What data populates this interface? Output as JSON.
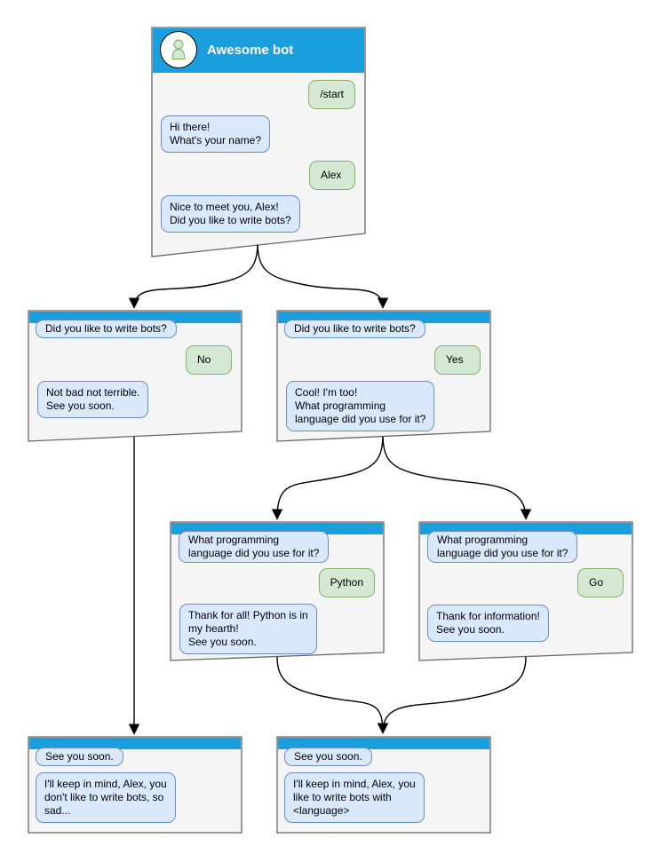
{
  "colors": {
    "titlebar_blue": "#1a9ede",
    "bot_bubble_fill": "#dae8fc",
    "bot_bubble_border": "#6c8ebf",
    "user_bubble_fill": "#d5e8d4",
    "user_bubble_border": "#82b366",
    "window_fill": "#f5f5f5",
    "window_border": "#666666",
    "connector": "#000000"
  },
  "windows": {
    "main": {
      "title": "Awesome bot",
      "avatar_icon": "person-icon",
      "messages": [
        {
          "from": "user",
          "text": "/start"
        },
        {
          "from": "bot",
          "text": "Hi there!\nWhat's your name?"
        },
        {
          "from": "user",
          "text": "Alex"
        },
        {
          "from": "bot",
          "text": "Nice to meet you, Alex!\nDid you like to write bots?"
        }
      ]
    },
    "branch_no": {
      "context": "Did you like to write bots?",
      "messages": [
        {
          "from": "user",
          "text": "No"
        },
        {
          "from": "bot",
          "text": "Not bad not terrible.\nSee you soon."
        }
      ]
    },
    "branch_yes": {
      "context": "Did you like to write bots?",
      "messages": [
        {
          "from": "user",
          "text": "Yes"
        },
        {
          "from": "bot",
          "text": "Cool! I'm too!\nWhat programming\nlanguage did you use for it?"
        }
      ]
    },
    "lang_python": {
      "context": "What programming\nlanguage did you use for it?",
      "messages": [
        {
          "from": "user",
          "text": "Python"
        },
        {
          "from": "bot",
          "text": "Thank for all! Python is in\nmy hearth!\nSee you soon."
        }
      ]
    },
    "lang_go": {
      "context": "What programming\nlanguage did you use for it?",
      "messages": [
        {
          "from": "user",
          "text": "Go"
        },
        {
          "from": "bot",
          "text": "Thank for information!\nSee you soon."
        }
      ]
    },
    "end_no": {
      "context": "See you soon.",
      "messages": [
        {
          "from": "bot",
          "text": "I'll keep in mind, Alex, you\ndon't like to write bots, so\nsad..."
        }
      ]
    },
    "end_yes": {
      "context": "See you soon.",
      "messages": [
        {
          "from": "bot",
          "text": "I'll keep in mind, Alex, you\nlike to write bots with\n<language>"
        }
      ]
    }
  }
}
